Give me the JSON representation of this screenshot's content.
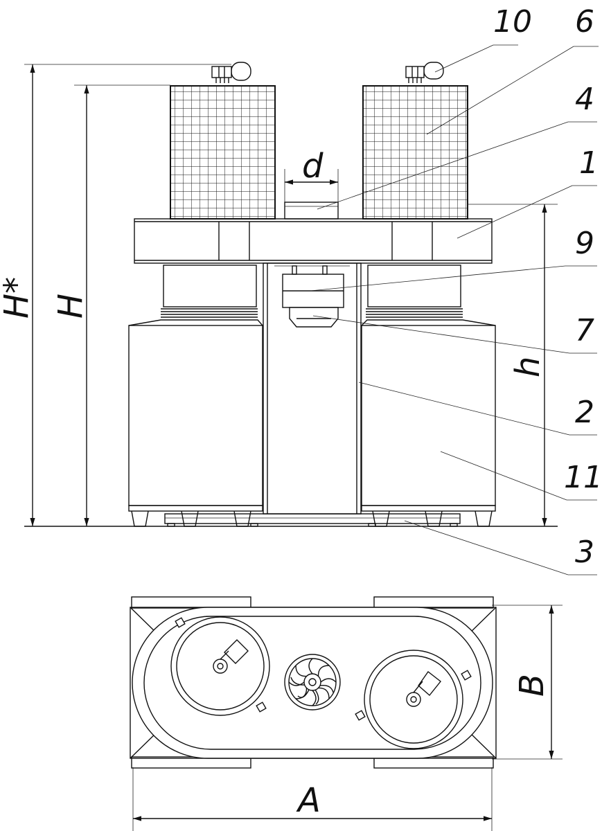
{
  "callouts": {
    "c10": "10",
    "c6": "6",
    "c4": "4",
    "c1": "1",
    "c9": "9",
    "c7": "7",
    "c2": "2",
    "c11": "11",
    "c3": "3"
  },
  "dimensions": {
    "h_star": "H*",
    "h": "H",
    "h_small": "h",
    "d": "d",
    "a": "A",
    "b": "B"
  }
}
